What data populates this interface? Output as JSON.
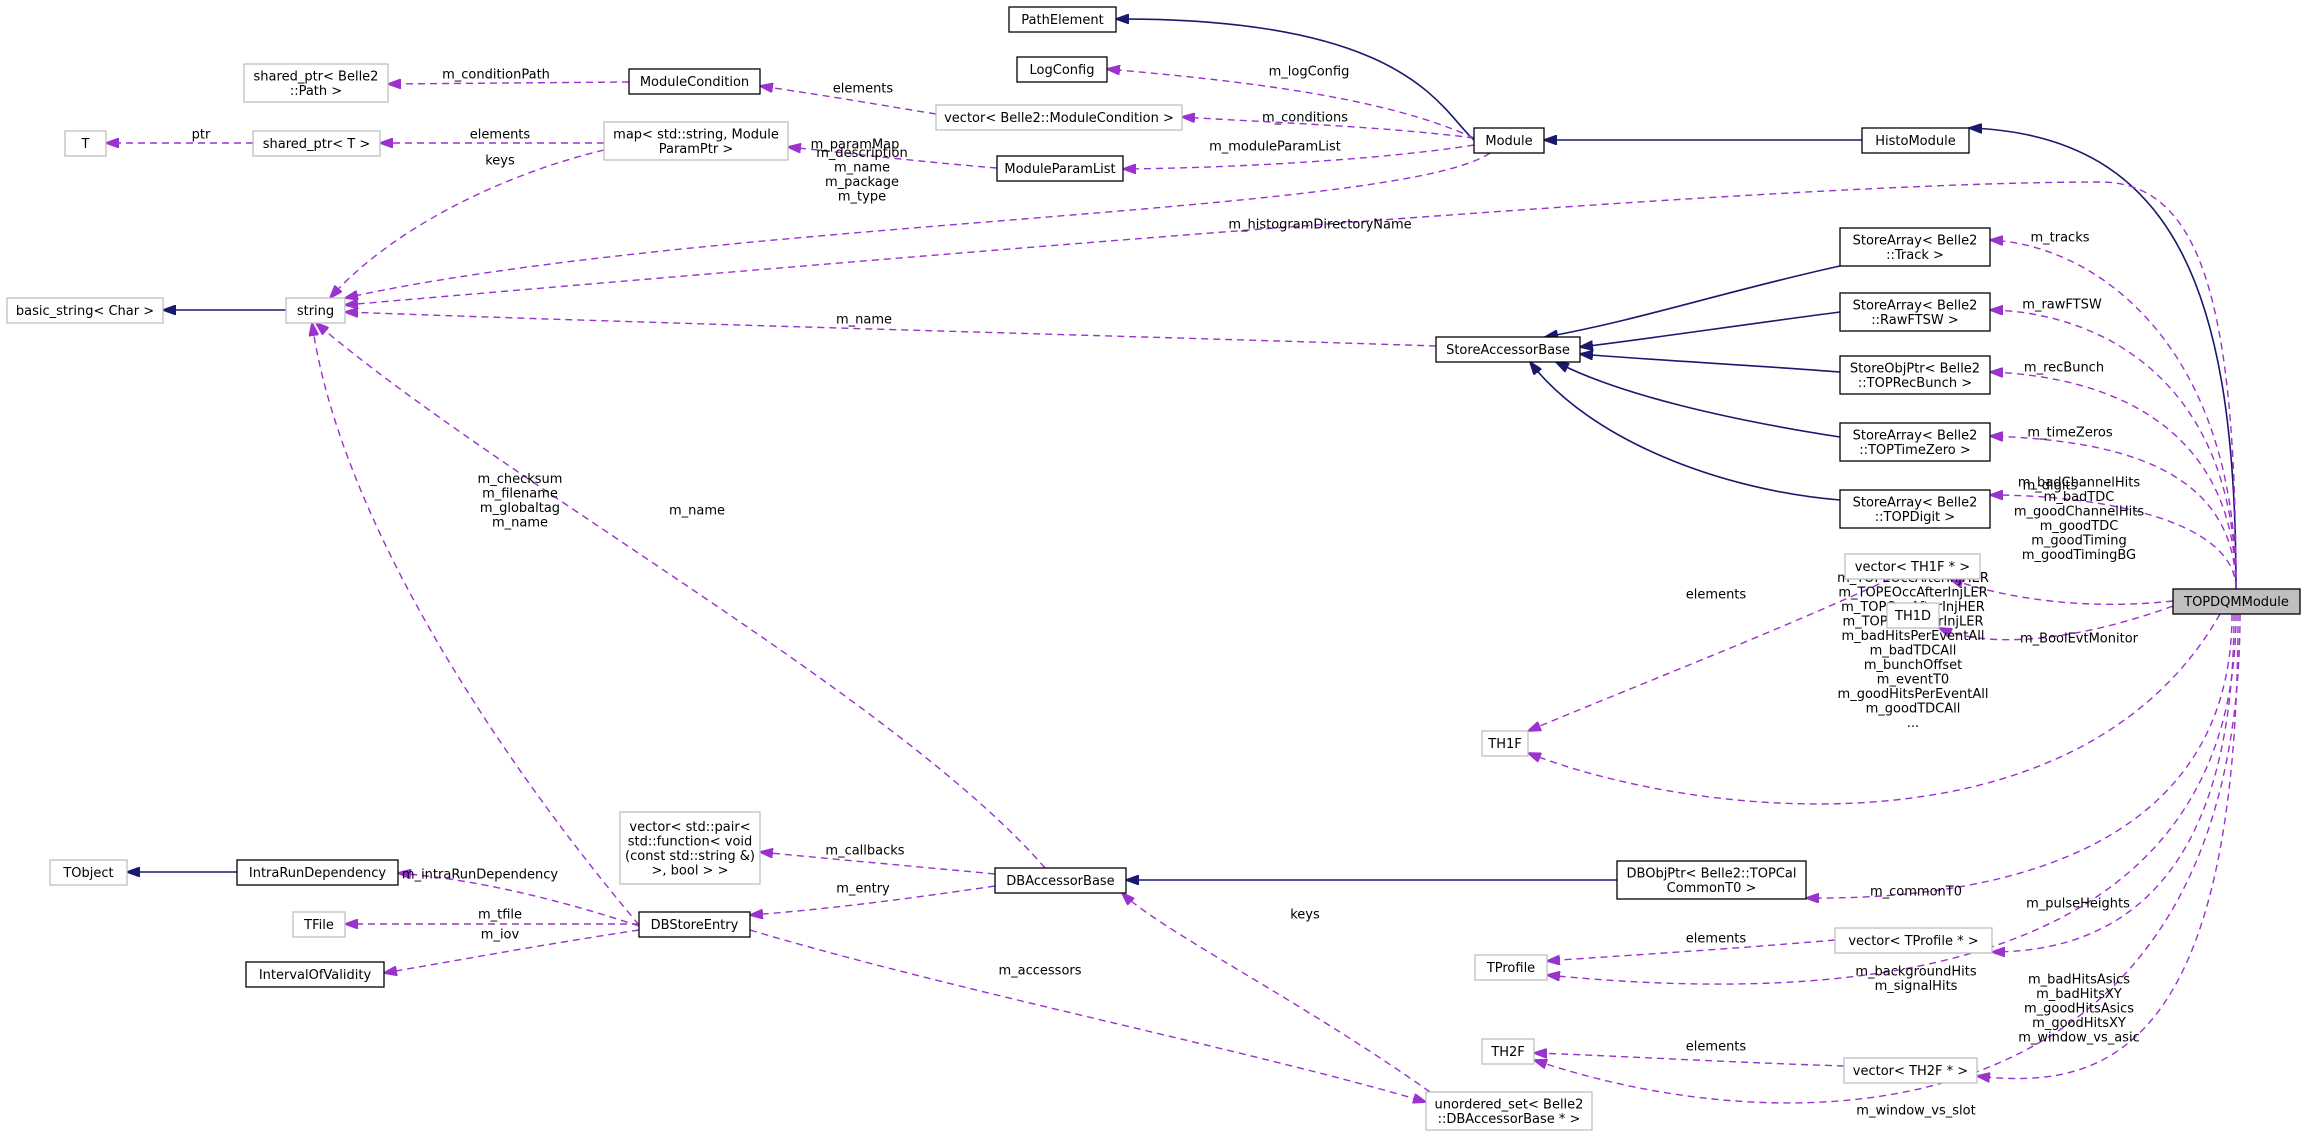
{
  "diagram": {
    "nodes": [
      {
        "id": "PathElement",
        "lines": [
          "PathElement"
        ],
        "style": "normal"
      },
      {
        "id": "LogConfig",
        "lines": [
          "LogConfig"
        ],
        "style": "normal"
      },
      {
        "id": "SharedPath",
        "lines": [
          "shared_ptr< Belle2",
          "::Path >"
        ],
        "style": "ext"
      },
      {
        "id": "ModuleCondition",
        "lines": [
          "ModuleCondition"
        ],
        "style": "normal"
      },
      {
        "id": "VecModCond",
        "lines": [
          "vector< Belle2::ModuleCondition >"
        ],
        "style": "ext"
      },
      {
        "id": "T",
        "lines": [
          "T"
        ],
        "style": "ext"
      },
      {
        "id": "SharedT",
        "lines": [
          "shared_ptr< T >"
        ],
        "style": "ext"
      },
      {
        "id": "MapParam",
        "lines": [
          "map< std::string, Module",
          "ParamPtr >"
        ],
        "style": "ext"
      },
      {
        "id": "ModuleParamList",
        "lines": [
          "ModuleParamList"
        ],
        "style": "normal"
      },
      {
        "id": "Module",
        "lines": [
          "Module"
        ],
        "style": "normal"
      },
      {
        "id": "HistoModule",
        "lines": [
          "HistoModule"
        ],
        "style": "normal"
      },
      {
        "id": "BasicString",
        "lines": [
          "basic_string< Char >"
        ],
        "style": "ext"
      },
      {
        "id": "String",
        "lines": [
          "string"
        ],
        "style": "ext"
      },
      {
        "id": "StoreAccessorBase",
        "lines": [
          "StoreAccessorBase"
        ],
        "style": "normal"
      },
      {
        "id": "SATrack",
        "lines": [
          "StoreArray< Belle2",
          "::Track >"
        ],
        "style": "normal"
      },
      {
        "id": "SARawFTSW",
        "lines": [
          "StoreArray< Belle2",
          "::RawFTSW >"
        ],
        "style": "normal"
      },
      {
        "id": "SORecBunch",
        "lines": [
          "StoreObjPtr< Belle2",
          "::TOPRecBunch >"
        ],
        "style": "normal"
      },
      {
        "id": "SATimeZero",
        "lines": [
          "StoreArray< Belle2",
          "::TOPTimeZero >"
        ],
        "style": "normal"
      },
      {
        "id": "SADigit",
        "lines": [
          "StoreArray< Belle2",
          "::TOPDigit >"
        ],
        "style": "normal"
      },
      {
        "id": "VecTH1F",
        "lines": [
          "vector< TH1F * >"
        ],
        "style": "ext"
      },
      {
        "id": "TH1D",
        "lines": [
          "TH1D"
        ],
        "style": "ext"
      },
      {
        "id": "TH1F",
        "lines": [
          "TH1F"
        ],
        "style": "ext"
      },
      {
        "id": "TOPDQMModule",
        "lines": [
          "TOPDQMModule"
        ],
        "style": "focus"
      },
      {
        "id": "VecPairFn",
        "lines": [
          "vector< std::pair<",
          "std::function< void",
          "(const std::string &)",
          ">, bool > >"
        ],
        "style": "ext"
      },
      {
        "id": "TObject",
        "lines": [
          "TObject"
        ],
        "style": "ext"
      },
      {
        "id": "IntraRunDependency",
        "lines": [
          "IntraRunDependency"
        ],
        "style": "normal"
      },
      {
        "id": "DBAccessorBase",
        "lines": [
          "DBAccessorBase"
        ],
        "style": "normal"
      },
      {
        "id": "DBObjPtr",
        "lines": [
          "DBObjPtr< Belle2::TOPCal",
          "CommonT0 >"
        ],
        "style": "normal"
      },
      {
        "id": "TFile",
        "lines": [
          "TFile"
        ],
        "style": "ext"
      },
      {
        "id": "DBStoreEntry",
        "lines": [
          "DBStoreEntry"
        ],
        "style": "normal"
      },
      {
        "id": "IntervalOfValidity",
        "lines": [
          "IntervalOfValidity"
        ],
        "style": "normal"
      },
      {
        "id": "VecTProfile",
        "lines": [
          "vector< TProfile * >"
        ],
        "style": "ext"
      },
      {
        "id": "TProfile",
        "lines": [
          "TProfile"
        ],
        "style": "ext"
      },
      {
        "id": "TH2F",
        "lines": [
          "TH2F"
        ],
        "style": "ext"
      },
      {
        "id": "VecTH2F",
        "lines": [
          "vector< TH2F * >"
        ],
        "style": "ext"
      },
      {
        "id": "UnorderedSet",
        "lines": [
          "unordered_set< Belle2",
          "::DBAccessorBase * >"
        ],
        "style": "ext"
      }
    ],
    "edge_labels": [
      {
        "id": "e1",
        "lines": [
          "m_logConfig"
        ]
      },
      {
        "id": "e2",
        "lines": [
          "m_conditionPath"
        ]
      },
      {
        "id": "e3",
        "lines": [
          "elements"
        ]
      },
      {
        "id": "e4",
        "lines": [
          "m_conditions"
        ]
      },
      {
        "id": "e5",
        "lines": [
          "ptr"
        ]
      },
      {
        "id": "e6",
        "lines": [
          "elements"
        ]
      },
      {
        "id": "e7",
        "lines": [
          "keys"
        ]
      },
      {
        "id": "e8",
        "lines": [
          "m_paramMap"
        ]
      },
      {
        "id": "e9",
        "lines": [
          "m_moduleParamList"
        ]
      },
      {
        "id": "e10",
        "lines": [
          "m_description",
          "m_name",
          "m_package",
          "m_type"
        ]
      },
      {
        "id": "e11",
        "lines": [
          "m_histogramDirectoryName"
        ]
      },
      {
        "id": "e12",
        "lines": [
          "m_name"
        ]
      },
      {
        "id": "e13",
        "lines": [
          "m_tracks"
        ]
      },
      {
        "id": "e14",
        "lines": [
          "m_rawFTSW"
        ]
      },
      {
        "id": "e15",
        "lines": [
          "m_recBunch"
        ]
      },
      {
        "id": "e16",
        "lines": [
          "m_timeZeros"
        ]
      },
      {
        "id": "e17",
        "lines": [
          "m_digits"
        ]
      },
      {
        "id": "e18",
        "lines": [
          "m_name"
        ]
      },
      {
        "id": "e19",
        "lines": [
          "m_checksum",
          "m_filename",
          "m_globaltag",
          "m_name"
        ]
      },
      {
        "id": "e20",
        "lines": [
          "m_badChannelHits",
          "m_badTDC",
          "m_goodChannelHits",
          "m_goodTDC",
          "m_goodTiming",
          "m_goodTimingBG"
        ]
      },
      {
        "id": "e21",
        "lines": [
          "elements"
        ]
      },
      {
        "id": "e22",
        "lines": [
          "m_BoolEvtMonitor"
        ]
      },
      {
        "id": "e23",
        "lines": [
          "m_TOPEOccAfterInjHER",
          "m_TOPEOccAfterInjLER",
          "m_TOPOccAfterInjHER",
          "m_TOPOccAfterInjLER",
          "m_badHitsPerEventAll",
          "m_badTDCAll",
          "m_bunchOffset",
          "m_eventT0",
          "m_goodHitsPerEventAll",
          "m_goodTDCAll",
          "..."
        ]
      },
      {
        "id": "e24",
        "lines": [
          "m_callbacks"
        ]
      },
      {
        "id": "e25",
        "lines": [
          "m_intraRunDependency"
        ]
      },
      {
        "id": "e26",
        "lines": [
          "m_entry"
        ]
      },
      {
        "id": "e27",
        "lines": [
          "m_tfile"
        ]
      },
      {
        "id": "e28",
        "lines": [
          "m_iov"
        ]
      },
      {
        "id": "e29",
        "lines": [
          "m_commonT0"
        ]
      },
      {
        "id": "e30",
        "lines": [
          "keys"
        ]
      },
      {
        "id": "e31",
        "lines": [
          "m_pulseHeights"
        ]
      },
      {
        "id": "e32",
        "lines": [
          "elements"
        ]
      },
      {
        "id": "e33",
        "lines": [
          "m_accessors"
        ]
      },
      {
        "id": "e34",
        "lines": [
          "m_backgroundHits",
          "m_signalHits"
        ]
      },
      {
        "id": "e35",
        "lines": [
          "m_badHitsAsics",
          "m_badHitsXY",
          "m_goodHitsAsics",
          "m_goodHitsXY",
          "m_window_vs_asic"
        ]
      },
      {
        "id": "e36",
        "lines": [
          "elements"
        ]
      },
      {
        "id": "e37",
        "lines": [
          "m_window_vs_slot"
        ]
      }
    ],
    "colors": {
      "inheritance_edge": "#191970",
      "usage_edge": "#9a32cd",
      "focus_fill": "#bfbfbf",
      "external_border": "#bfbfbf"
    }
  }
}
